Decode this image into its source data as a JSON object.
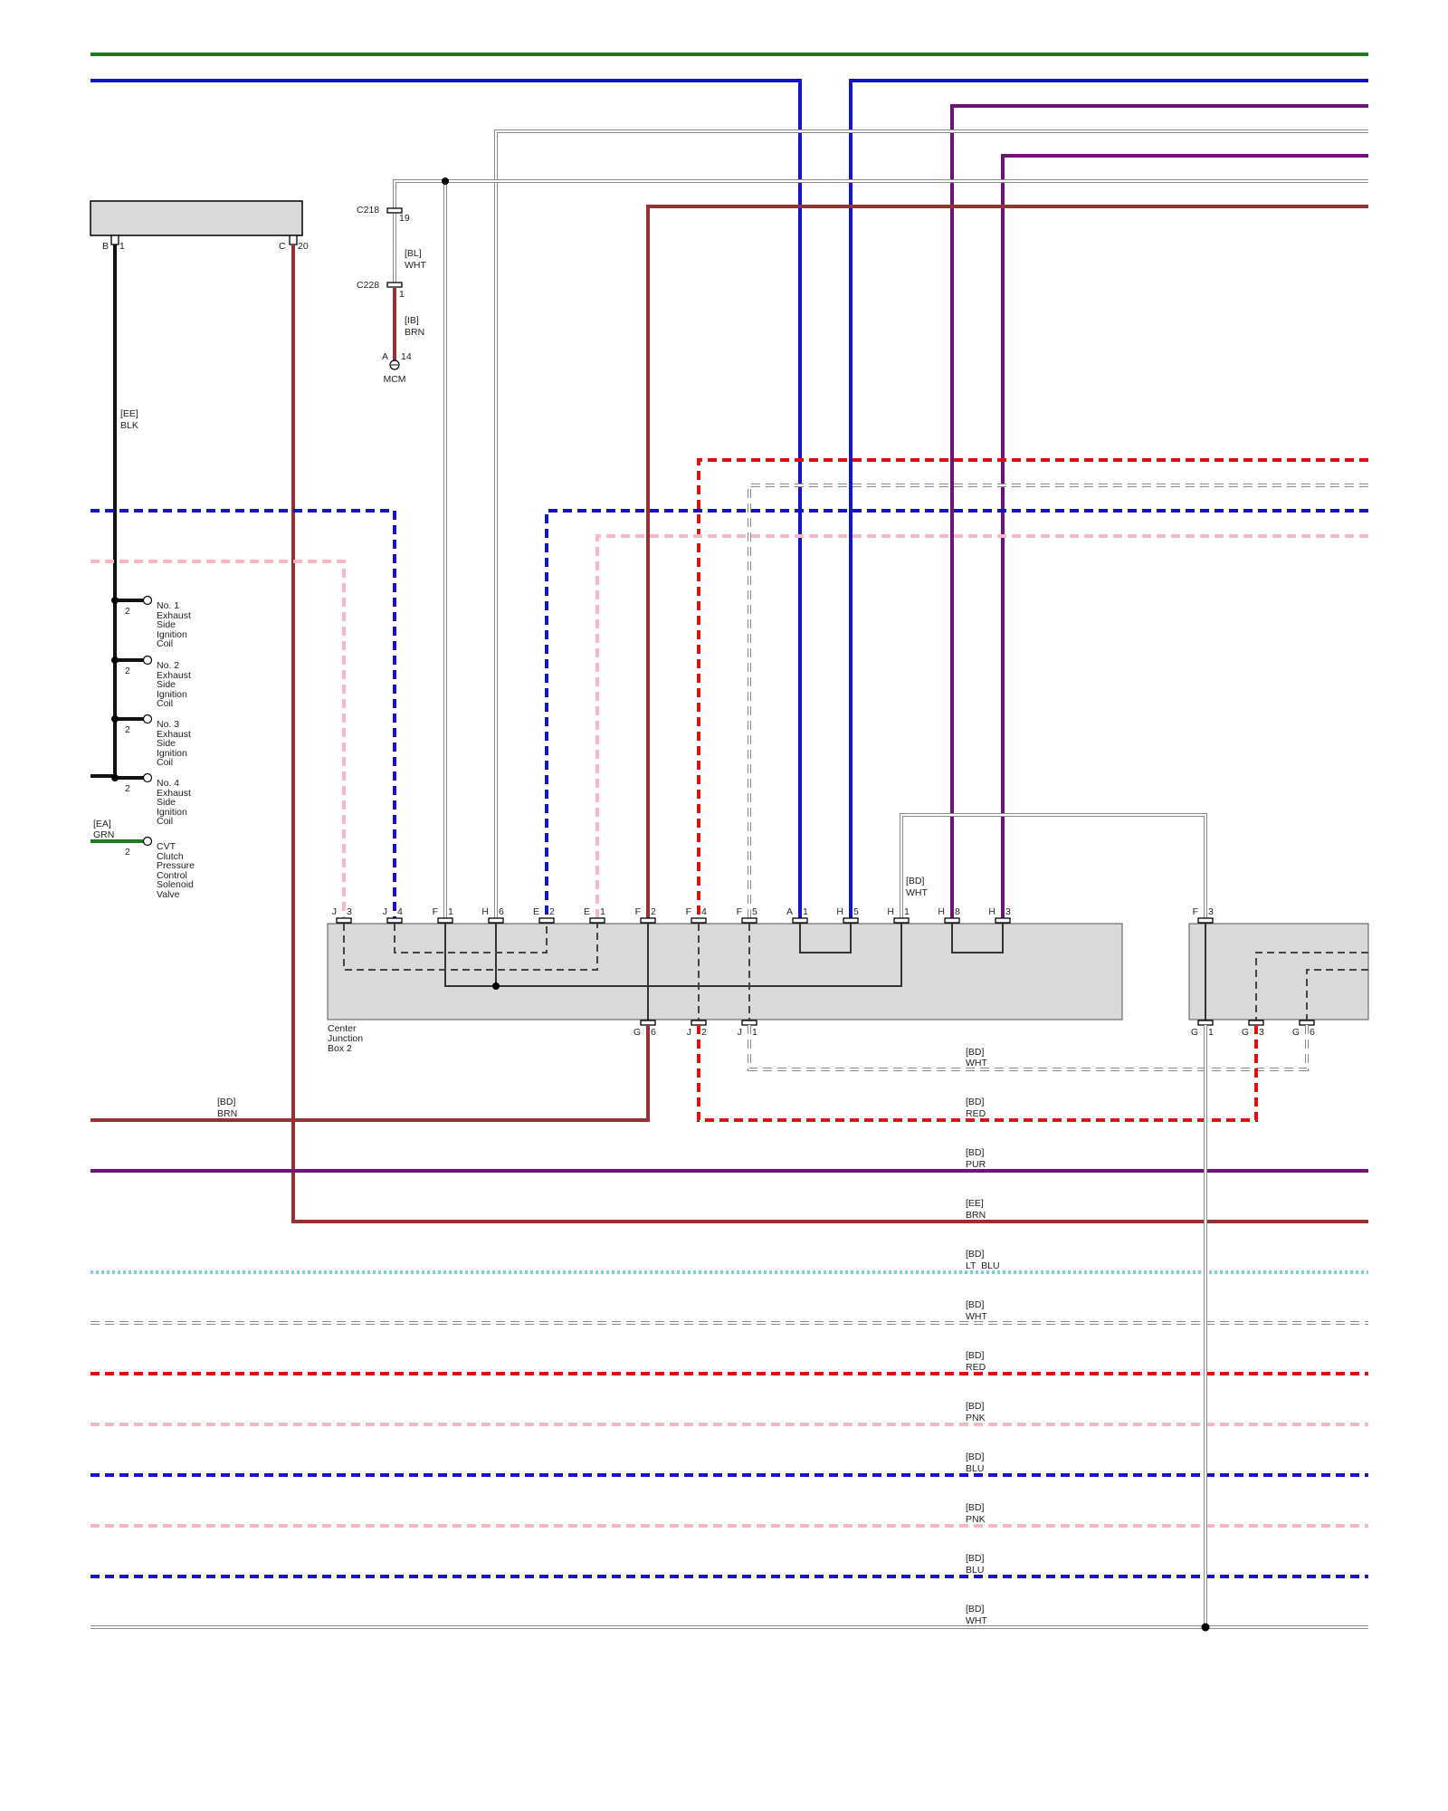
{
  "colors": {
    "GRN": "#1e7d1e",
    "BLU": "#1414c8",
    "PUR": "#6e1478",
    "WHT": "#8a8a8a",
    "BRN": "#963232",
    "BLK": "#111111",
    "RED": "#e01010",
    "PNK": "#f5b8c4",
    "LT_BLU": "#7ad0dc",
    "TWISTED": "#333333"
  },
  "labels": {
    "c218": "C218",
    "c218_pin": "19",
    "bl": "[BL]",
    "bl_wht": "WHT",
    "c228": "C228",
    "c228_pin": "1",
    "ib": "[IB]",
    "ib_brn": "BRN",
    "mcm_a": "A",
    "mcm_pin": "14",
    "mcm": "MCM",
    "top_b": "B",
    "top_b_pin": "1",
    "top_c": "C",
    "top_c_pin": "20",
    "ee": "[EE]",
    "ee_blk": "BLK",
    "ea": "[EA]",
    "ea_grn": "GRN",
    "jb_line1": "Center",
    "jb_line2": "Junction",
    "jb_line3": "Box 2",
    "h1_bd": "[BD]",
    "h1_wht": "WHT"
  },
  "branches": [
    {
      "pin": "2",
      "name": [
        "No. 1",
        "Exhaust",
        "Side",
        "Ignition",
        "Coil"
      ]
    },
    {
      "pin": "2",
      "name": [
        "No. 2",
        "Exhaust",
        "Side",
        "Ignition",
        "Coil"
      ]
    },
    {
      "pin": "2",
      "name": [
        "No. 3",
        "Exhaust",
        "Side",
        "Ignition",
        "Coil"
      ]
    },
    {
      "pin": "2",
      "name": [
        "No. 4",
        "Exhaust",
        "Side",
        "Ignition",
        "Coil"
      ]
    },
    {
      "pin": "2",
      "name": [
        "CVT",
        "Clutch",
        "Pressure",
        "Control",
        "Solenoid",
        "Valve"
      ]
    }
  ],
  "top_pins": [
    {
      "conn": "J",
      "pin": "3"
    },
    {
      "conn": "J",
      "pin": "4"
    },
    {
      "conn": "F",
      "pin": "1"
    },
    {
      "conn": "H",
      "pin": "6"
    },
    {
      "conn": "E",
      "pin": "2"
    },
    {
      "conn": "E",
      "pin": "1"
    },
    {
      "conn": "F",
      "pin": "2"
    },
    {
      "conn": "F",
      "pin": "4"
    },
    {
      "conn": "F",
      "pin": "5"
    },
    {
      "conn": "A",
      "pin": "1"
    },
    {
      "conn": "H",
      "pin": "5"
    },
    {
      "conn": "H",
      "pin": "1"
    },
    {
      "conn": "H",
      "pin": "8"
    },
    {
      "conn": "H",
      "pin": "3"
    },
    {
      "conn": "F",
      "pin": "3"
    }
  ],
  "bottom_pins": [
    {
      "conn": "G",
      "pin": "6"
    },
    {
      "conn": "J",
      "pin": "2"
    },
    {
      "conn": "J",
      "pin": "1"
    },
    {
      "conn": "G",
      "pin": "1"
    },
    {
      "conn": "G",
      "pin": "3"
    },
    {
      "conn": "G",
      "pin": "6"
    }
  ],
  "bus_labels": [
    {
      "circuit": "[BD]",
      "color": "WHT"
    },
    {
      "circuit": "[BD]",
      "color": "RED"
    },
    {
      "circuit": "[BD]",
      "color": "BRN"
    },
    {
      "circuit": "[BD]",
      "color": "PUR"
    },
    {
      "circuit": "[EE]",
      "color": "BRN"
    },
    {
      "circuit": "[BD]",
      "color": "LT  BLU"
    },
    {
      "circuit": "[BD]",
      "color": "WHT"
    },
    {
      "circuit": "[BD]",
      "color": "RED"
    },
    {
      "circuit": "[BD]",
      "color": "PNK"
    },
    {
      "circuit": "[BD]",
      "color": "BLU"
    },
    {
      "circuit": "[BD]",
      "color": "PNK"
    },
    {
      "circuit": "[BD]",
      "color": "BLU"
    },
    {
      "circuit": "[BD]",
      "color": "WHT"
    }
  ]
}
